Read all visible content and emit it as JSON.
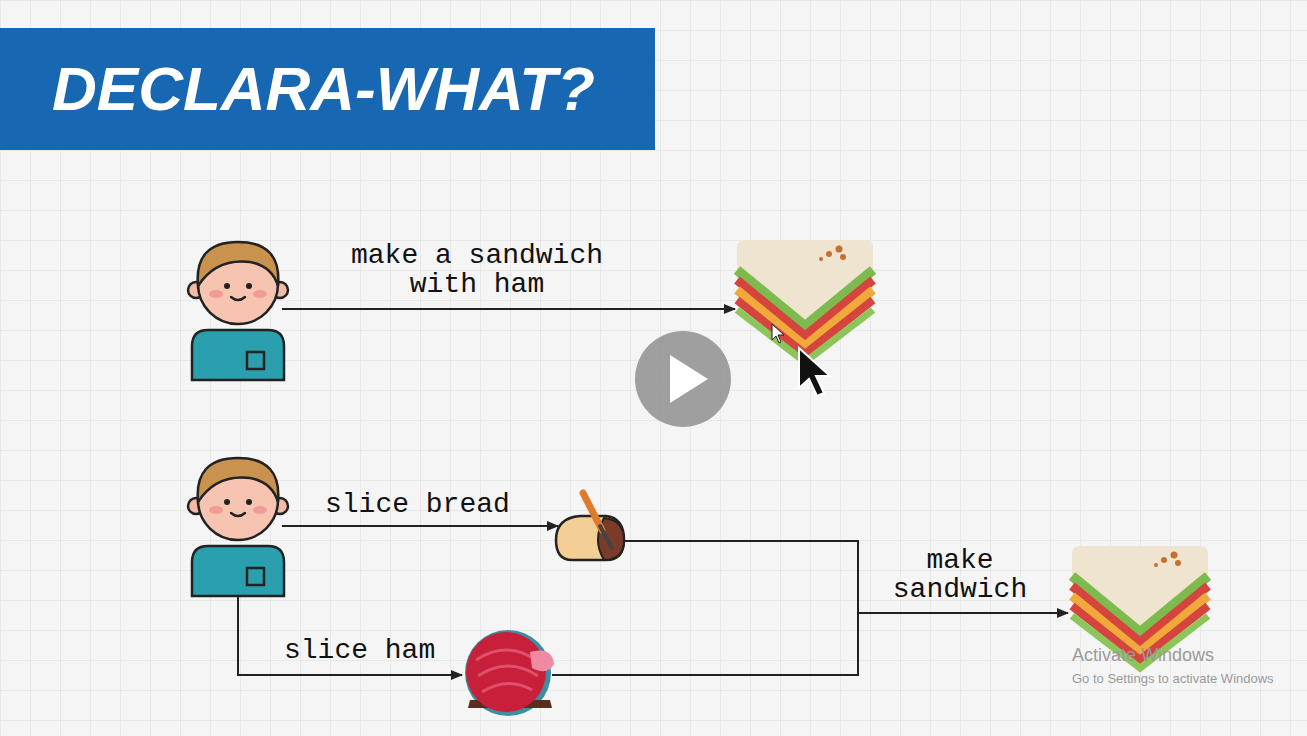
{
  "diagram": {
    "title": "DECLARA-WHAT?",
    "labels": [
      "make a sandwich with ham",
      "slice bread",
      "slice ham",
      "make sandwich",
      "Activate Windows",
      "Go to Settings to activate Windows"
    ]
  }
}
